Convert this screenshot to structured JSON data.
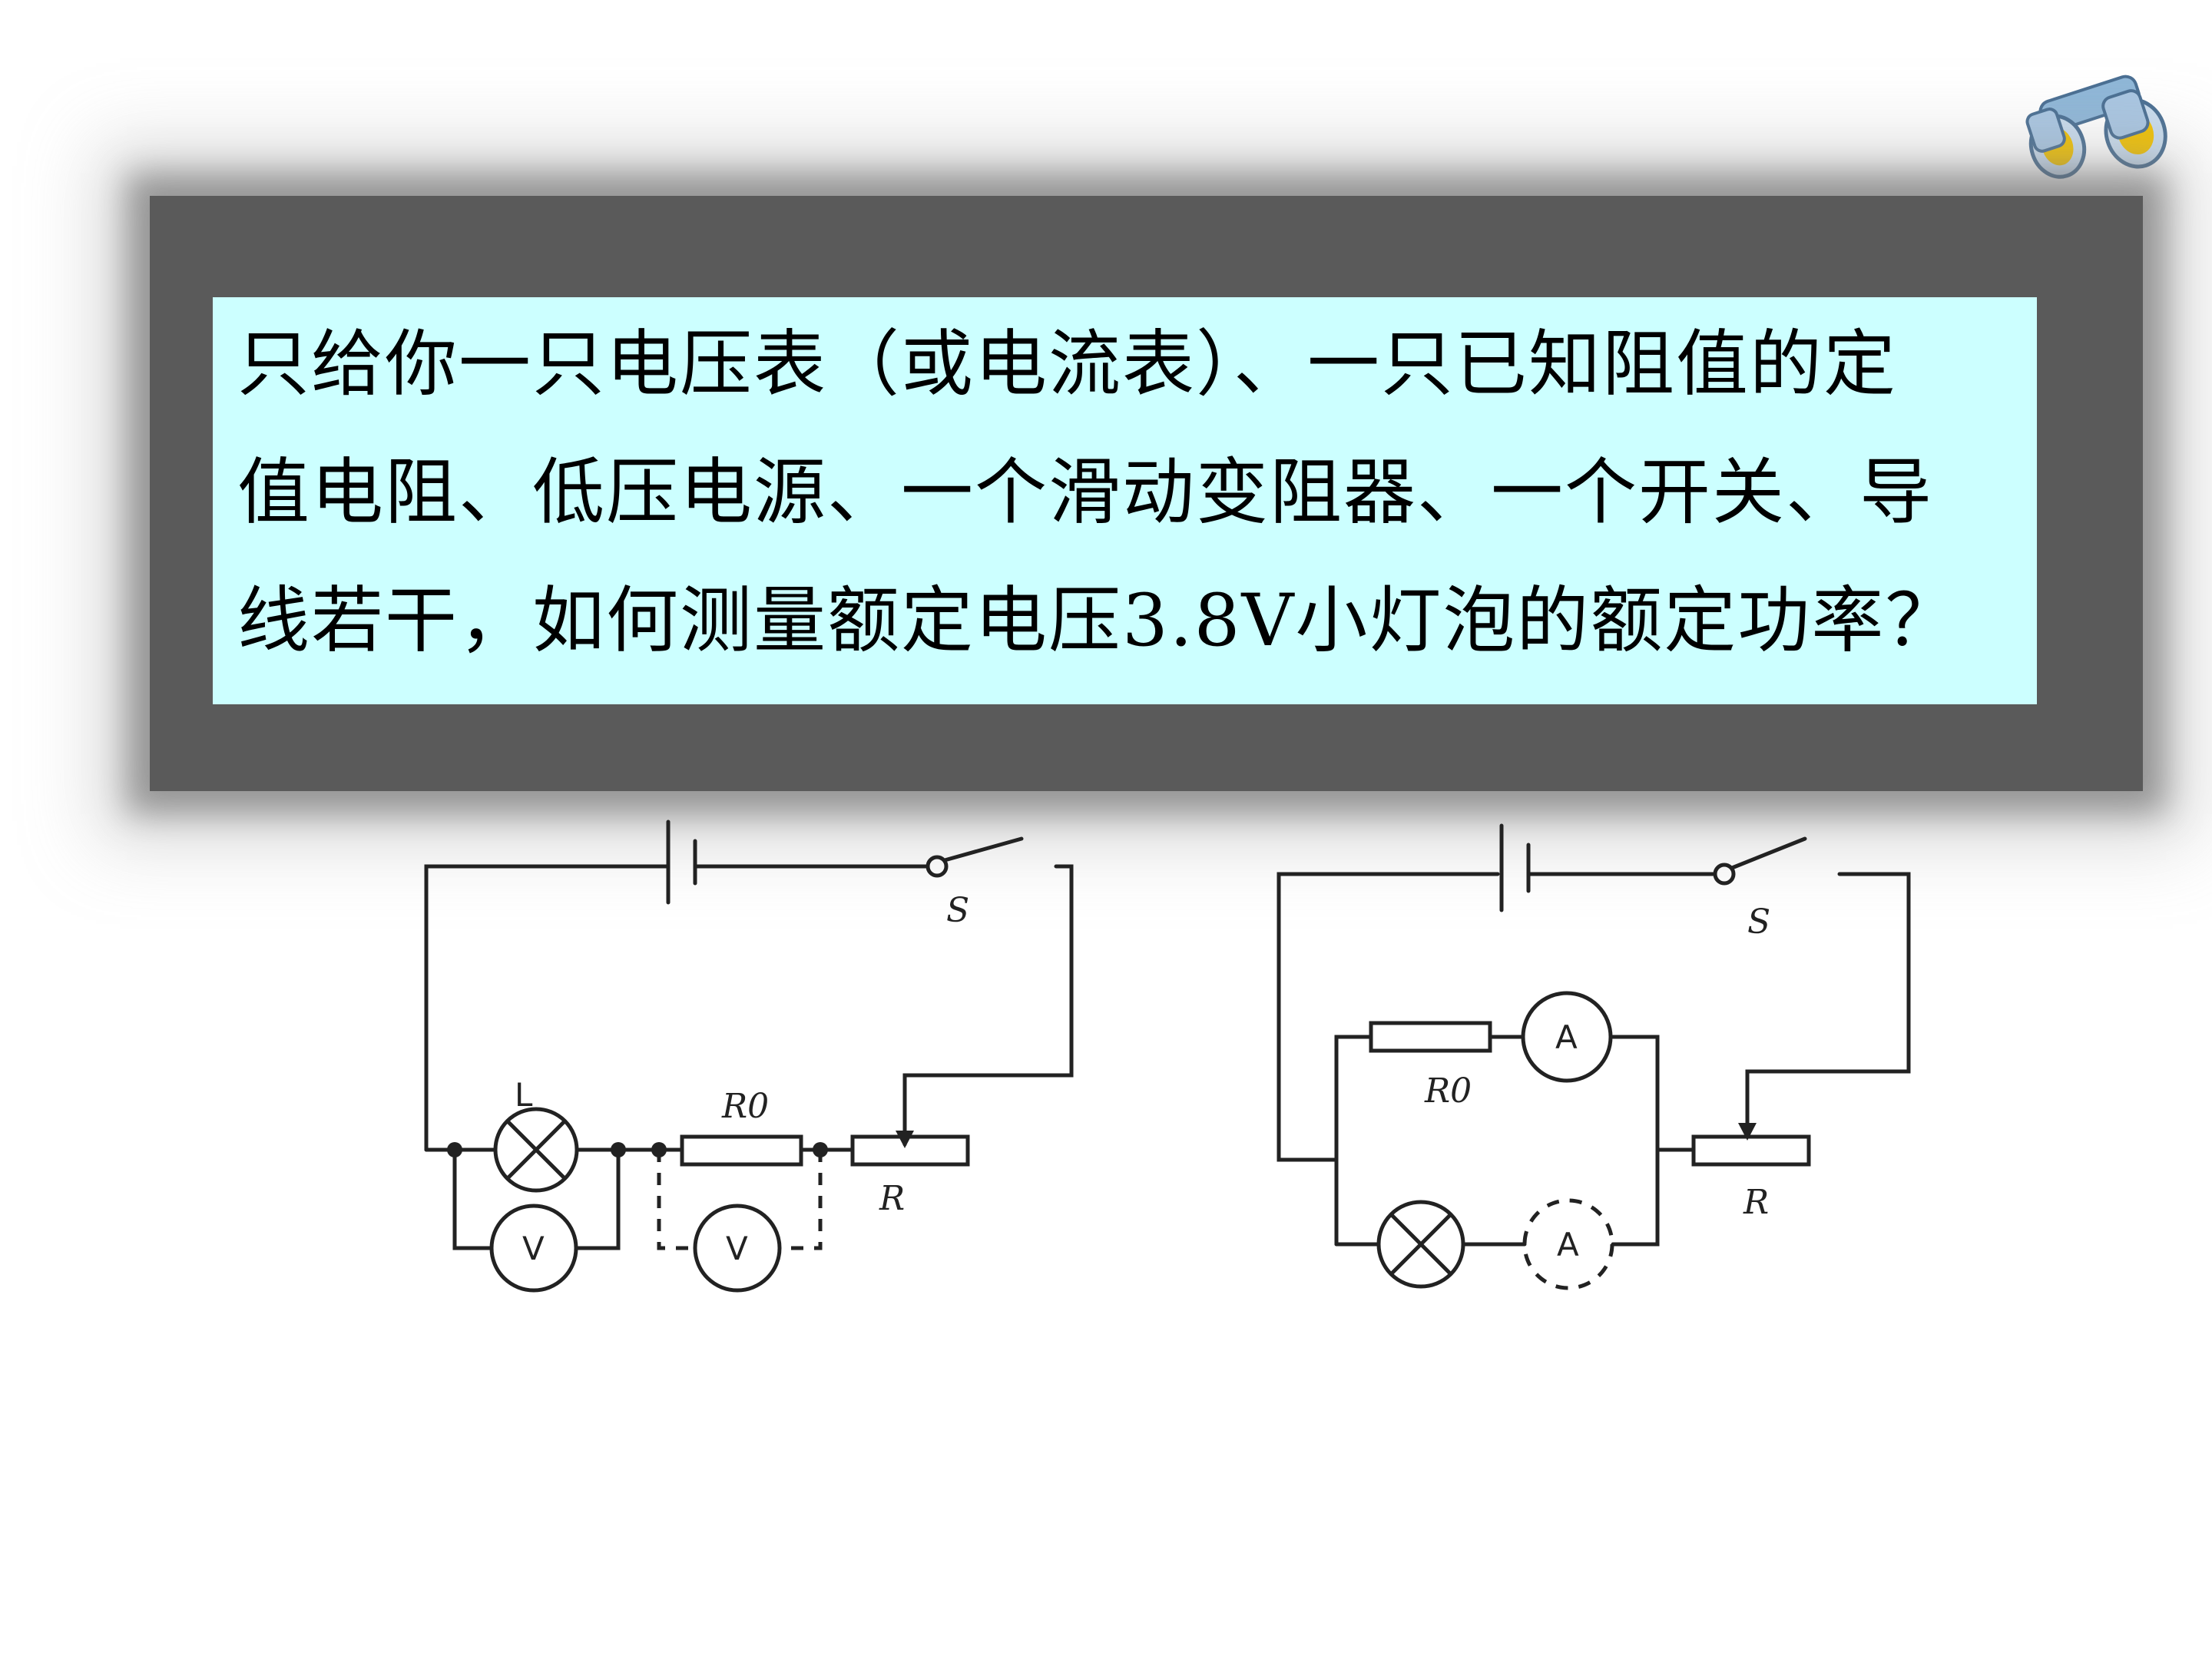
{
  "question": {
    "lines": [
      "只给你一只电压表（或电流表）、一只已知阻值的定",
      "值电阻、低压电源、一个滑动变阻器、一个开关、导",
      "线若干，如何测量额定电压3.8V小灯泡的额定功率？"
    ]
  },
  "icons": {
    "corner": "binoculars-icon"
  },
  "colors": {
    "box_fill": "#ccffff",
    "frame": "#5a5a5a"
  },
  "circuit_left": {
    "switch_label": "S",
    "lamp_label": "L",
    "resistor_label": "R0",
    "rheostat_label": "R",
    "voltmeter_1": "V",
    "voltmeter_2": "V"
  },
  "circuit_right": {
    "switch_label": "S",
    "resistor_label": "R0",
    "rheostat_label": "R",
    "ammeter_1": "A",
    "ammeter_2": "A"
  }
}
